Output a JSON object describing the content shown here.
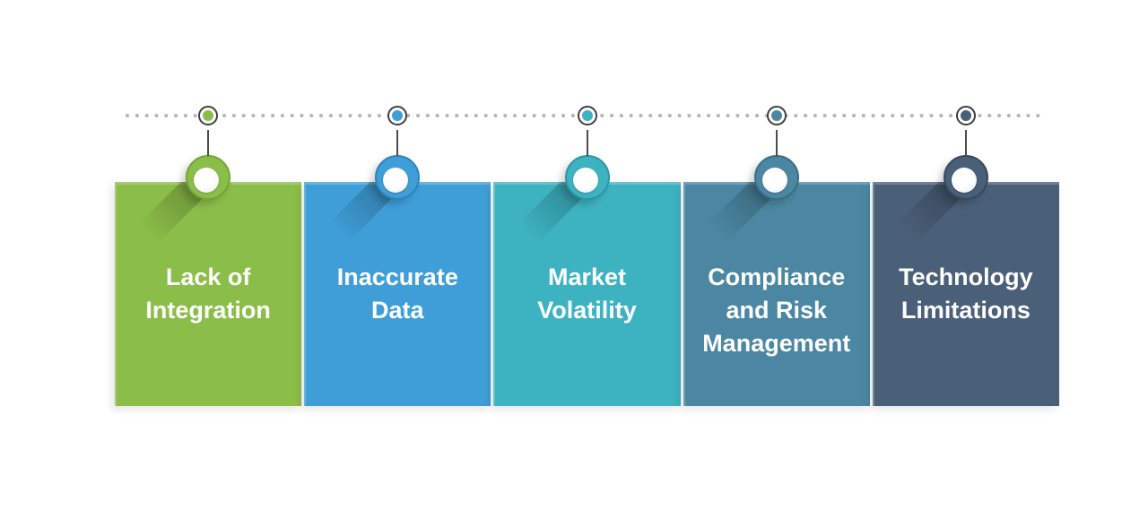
{
  "figure": {
    "colors": {
      "background": "#ffffff",
      "dots": "#b5b5b5",
      "marker_outline": "#3f3f3f",
      "connector": "#4d4d4d",
      "text": "#ffffff"
    },
    "cards": [
      {
        "label": "Lack of Integration",
        "color": "#8bbd49",
        "dark": "#74a436"
      },
      {
        "label": "Inaccurate Data",
        "color": "#3f9ed8",
        "dark": "#2d83bb"
      },
      {
        "label": "Market Volatility",
        "color": "#3db2c1",
        "dark": "#2b96a5"
      },
      {
        "label": "Compliance and Risk Management",
        "color": "#4b87a2",
        "dark": "#396e87"
      },
      {
        "label": "Technology Limitations",
        "color": "#4a5f78",
        "dark": "#38495d"
      }
    ]
  }
}
